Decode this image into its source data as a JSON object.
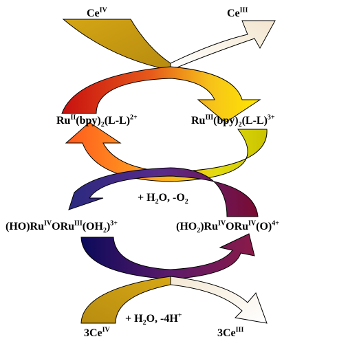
{
  "cycle_top": {
    "oxidant_in": {
      "base": "Ce",
      "sup": "IV"
    },
    "oxidant_out": {
      "base": "Ce",
      "sup": "III"
    }
  },
  "catalyst": {
    "reduced": {
      "p1": "Ru",
      "s1": "II",
      "p2": "(bpy)",
      "s2": "2",
      "p3": "(L-L)",
      "s3": "2+"
    },
    "oxidized": {
      "p1": "Ru",
      "s1": "III",
      "p2": "(bpy)",
      "s2": "2",
      "p3": "(L-L)",
      "s3": "3+"
    }
  },
  "middle_step": {
    "p1": "+ H",
    "s1": "2",
    "p2": "O, -O",
    "s2": "2"
  },
  "dimer": {
    "left": {
      "p1": "(HO)Ru",
      "s1": "IV",
      "p2": "ORu",
      "s2": "III",
      "p3": "(OH",
      "s3": "2",
      "p4": ")",
      "s4": "3+"
    },
    "right": {
      "p1": "(HO",
      "s1": "2",
      "p2": ")Ru",
      "s2": "IV",
      "p3": "ORu",
      "s3": "IV",
      "p4": "(O)",
      "s4": "4+"
    }
  },
  "cycle_bottom": {
    "oxidant_in": {
      "base": "3Ce",
      "sup": "IV"
    },
    "oxidant_out": {
      "base": "3Ce",
      "sup": "III"
    },
    "step": {
      "p1": "+ H",
      "s1": "2",
      "p2": "O, -4H",
      "s2": "+"
    }
  }
}
